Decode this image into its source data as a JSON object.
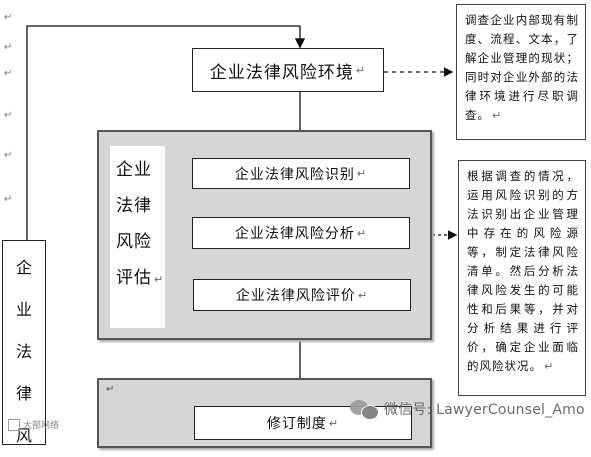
{
  "diagram": {
    "top_box": "企业法律风险环境",
    "assessment_group_label": [
      "企业",
      "法律",
      "风险",
      "评估"
    ],
    "steps": [
      "企业法律风险识别",
      "企业法律风险分析",
      "企业法律风险评价"
    ],
    "revise_box": "修订制度",
    "left_vertical_label": [
      "企",
      "业",
      "法",
      "律",
      "风"
    ],
    "note_top": "调查企业内部现有制度、流程、文本，了解企业管理的现状；同时对企业外部的法律环境进行尽职调查。",
    "note_middle": "根据调查的情况，运用风险识别的方法识别出企业管理中存在的风险源等，制定法律风险清单。然后分析法律风险发生的可能性和后果等，并对分析结果进行评价，确定企业面临的风险状况。",
    "paragraph_mark": "↵"
  },
  "watermark": {
    "text": "微信号: LawyerCounsel_Amo",
    "logo_text": "大部网络"
  }
}
